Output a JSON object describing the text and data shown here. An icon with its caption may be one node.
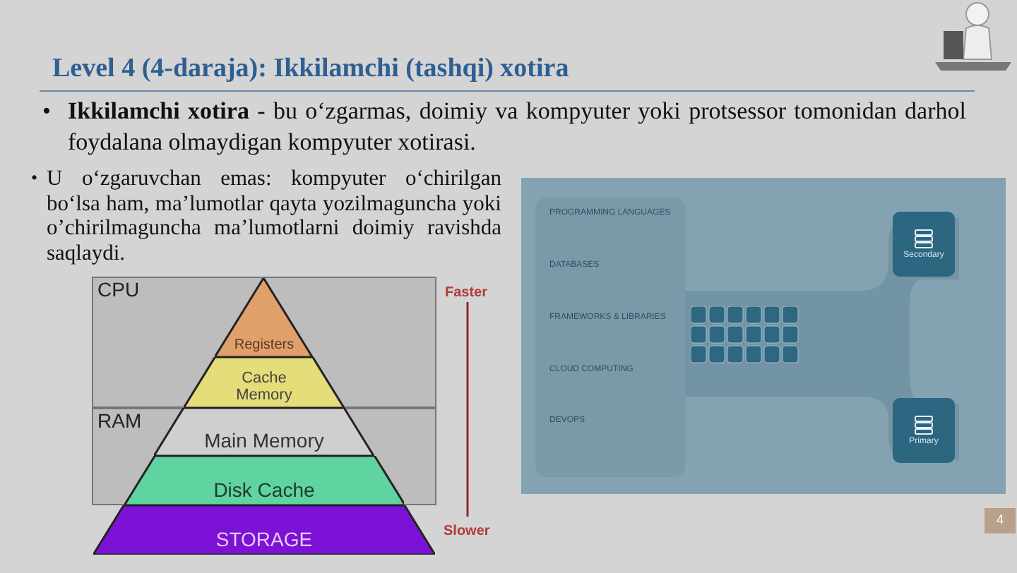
{
  "diagram": {
    "title": "Level 4 (4-daraja): Ikkilamchi (tashqi) xotira",
    "nodes": [
      {
        "text": [
          "CPU"
        ]
      },
      {
        "text": [
          "RAM"
        ]
      },
      {
        "text": [
          "Registers"
        ],
        "in": 0
      },
      {
        "text": [
          "Cache Memory"
        ],
        "in": 0
      },
      {
        "text": [
          "Main Memory"
        ],
        "in": 1
      },
      {
        "text": [
          "Disk Cache"
        ],
        "in": 1
      },
      {
        "text": [
          "STORAGE"
        ]
      },
      {
        "text": [
          "Secondary"
        ]
      },
      {
        "text": [
          "Primary"
        ]
      }
    ],
    "labels": [
      "•",
      "**Ikkilamchi xotira** - bu o‘zgarmas, doimiy va kompyuter yoki protsessor tomonidan darhol foydalana olmaydigan kompyuter xotirasi.",
      "•",
      "U o‘zgaruvchan emas: kompyuter o‘chirilgan bo‘lsa ham, ma’lumotlar qayta yozilmaguncha yoki o’chirilmaguncha ma’lumotlarni doimiy ravishda saqlaydi.",
      "Faster",
      "Slower",
      "PROGRAMMING LANGUAGES",
      "DATABASES",
      "FRAMEWORKS & LIBRARIES",
      "CLOUD COMPUTING",
      "DEVOPS",
      "4"
    ]
  }
}
